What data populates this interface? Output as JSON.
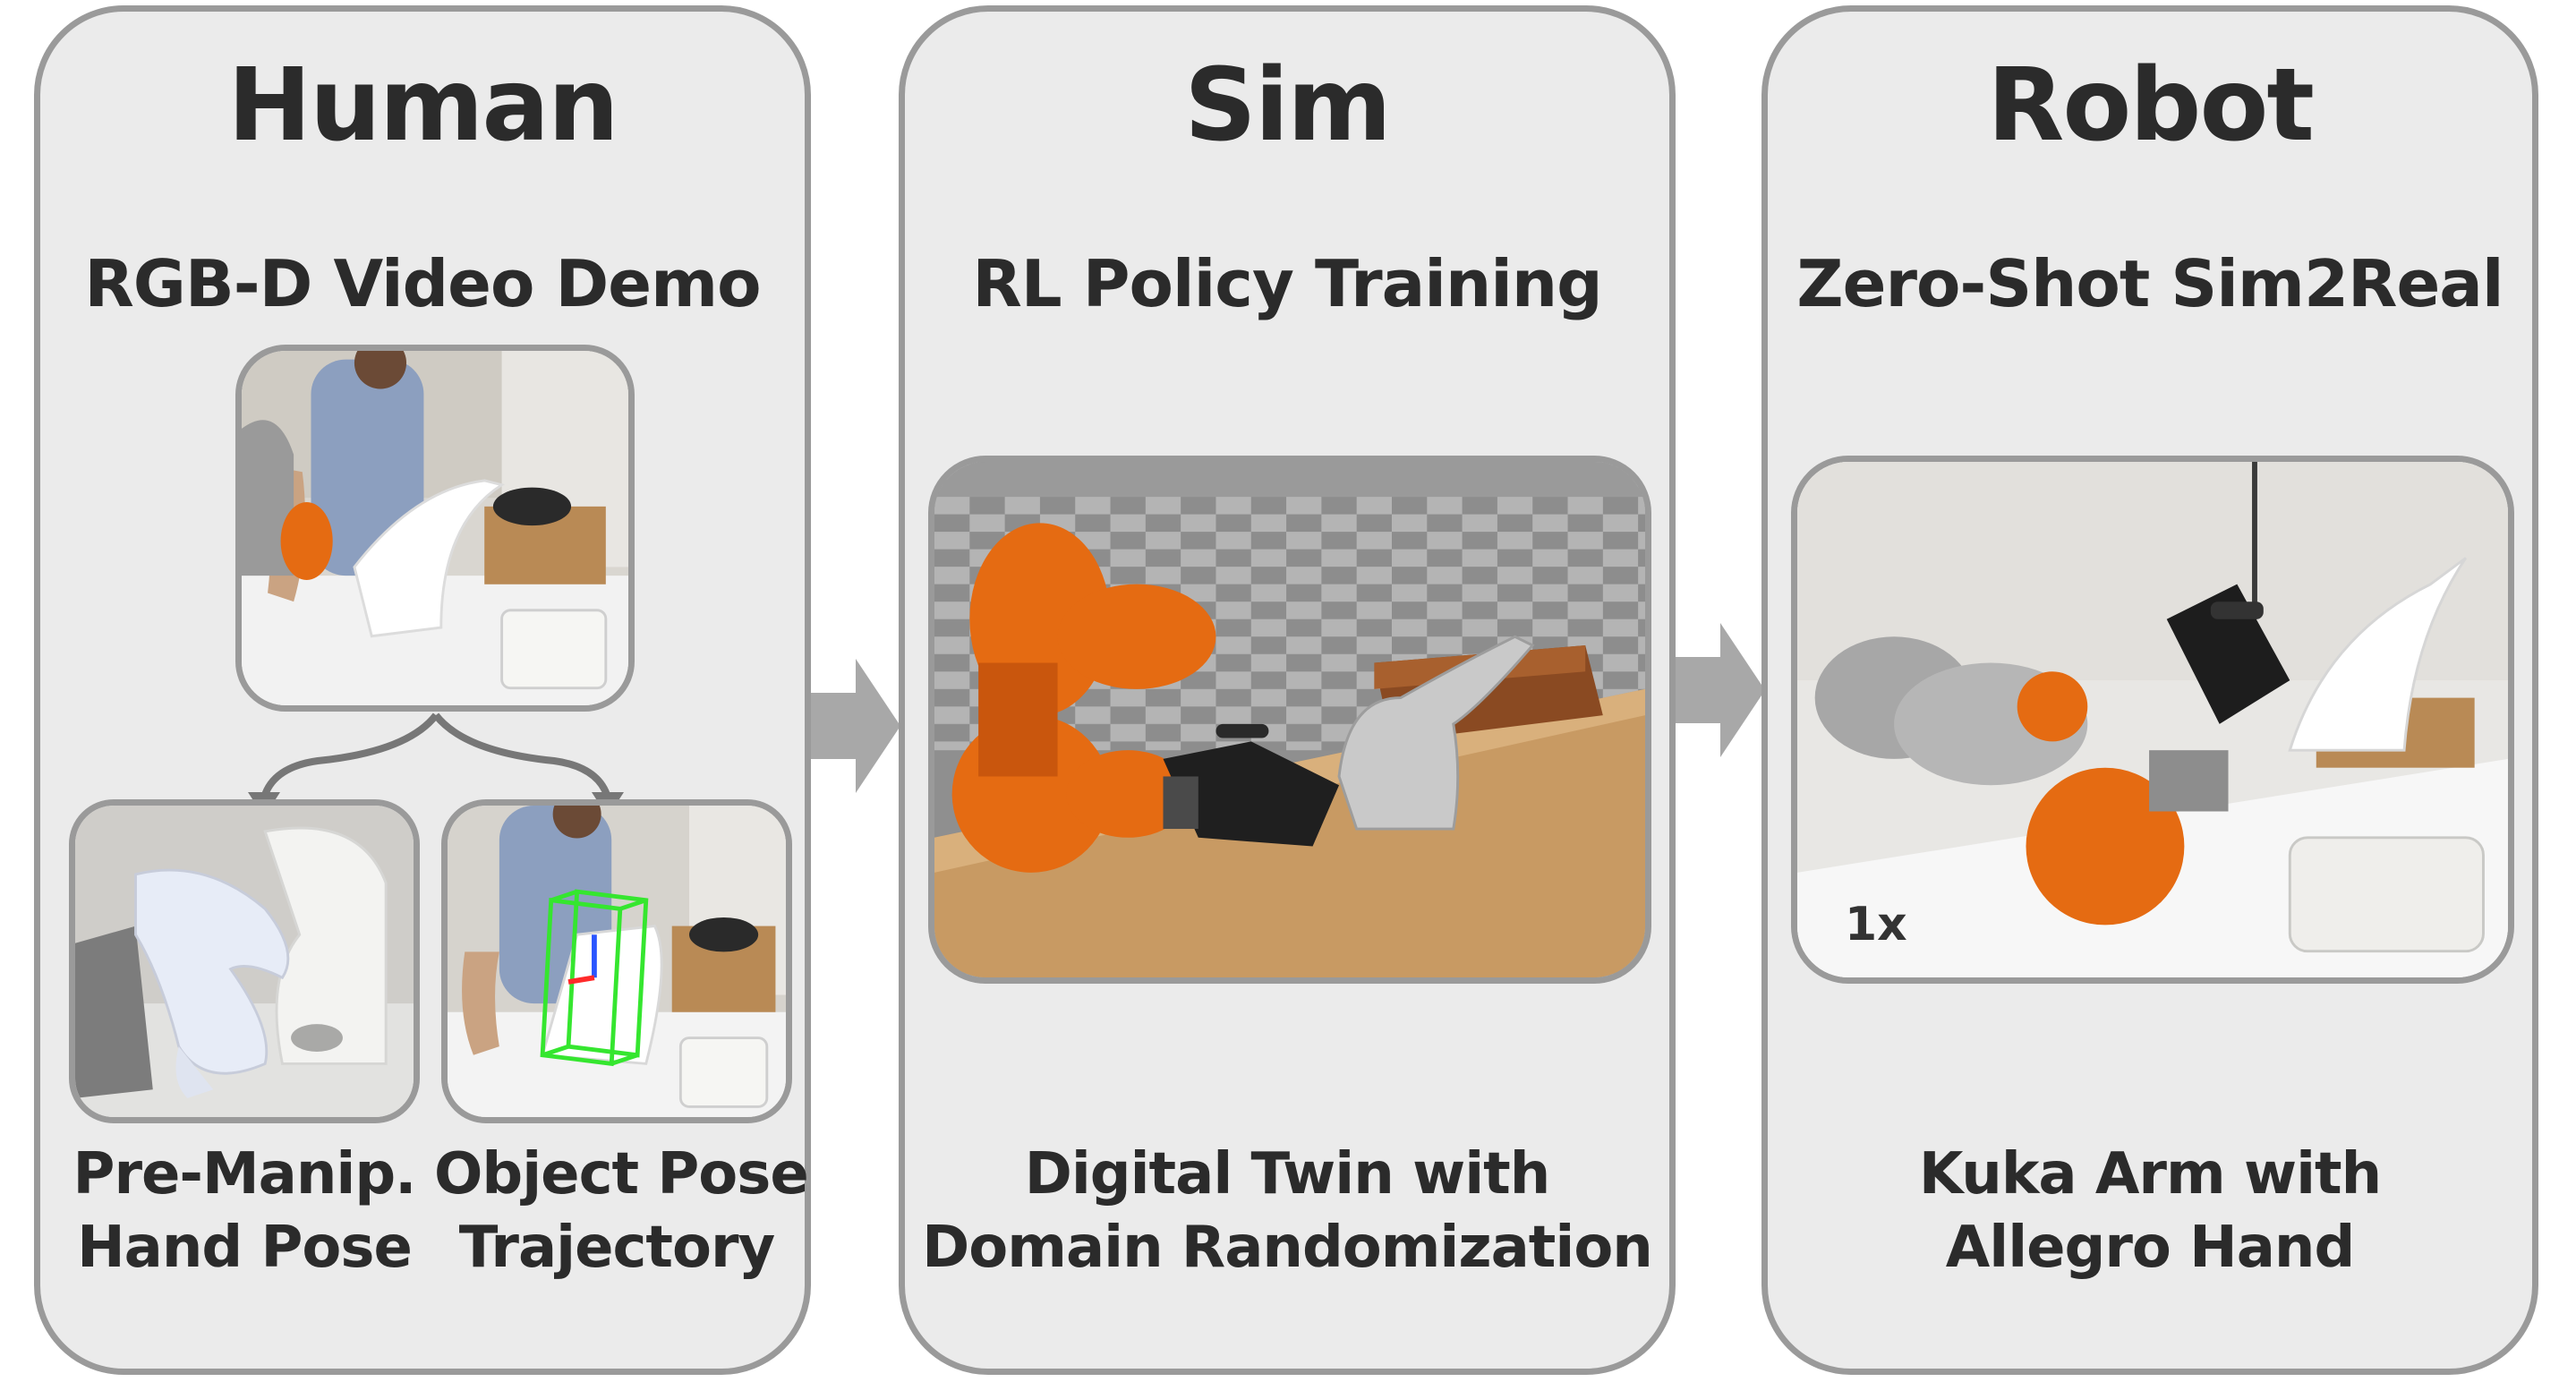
{
  "panels": [
    {
      "title": "Human",
      "subtitle": "RGB-D Video Demo",
      "captions": [
        {
          "lines": [
            "Pre-Manip.",
            "Hand Pose"
          ]
        },
        {
          "lines": [
            "Object Pose",
            "Trajectory"
          ]
        }
      ]
    },
    {
      "title": "Sim",
      "subtitle": "RL Policy Training",
      "captions": [
        {
          "lines": [
            "Digital Twin with",
            "Domain Randomization"
          ]
        }
      ]
    },
    {
      "title": "Robot",
      "subtitle": "Zero-Shot Sim2Real",
      "captions": [
        {
          "lines": [
            "Kuka Arm with",
            "Allegro Hand"
          ]
        }
      ],
      "overlay": "1x"
    }
  ],
  "colors": {
    "panel_bg": "#ebebeb",
    "panel_border": "#9a9a9a",
    "arrow": "#a8a8a8",
    "robot_orange": "#e56b12",
    "bbox_green": "#35e62f"
  }
}
